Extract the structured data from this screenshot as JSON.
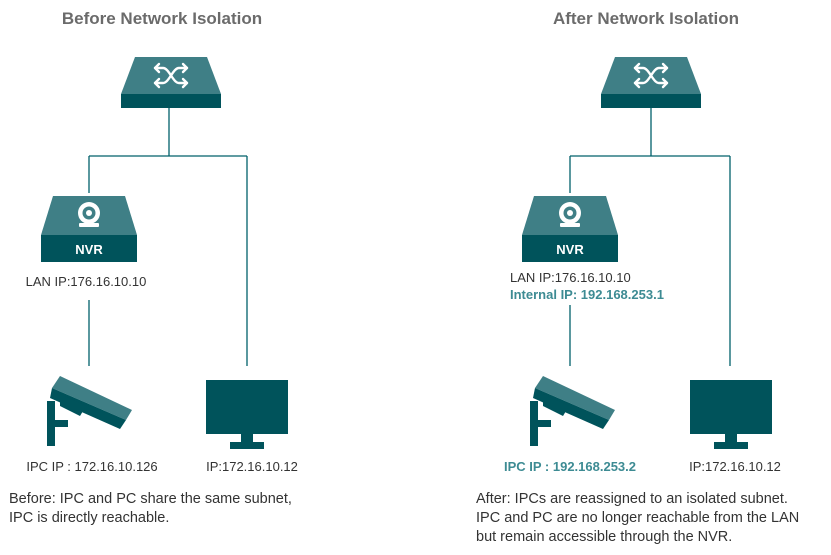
{
  "colors": {
    "dark_teal": "#00535b",
    "mid_teal": "#3f7f86",
    "line": "#00616b",
    "highlight": "#3d8b93",
    "title": "#6b6b6b"
  },
  "left": {
    "title": "Before Network Isolation",
    "nvr_label": "NVR",
    "nvr_lan_ip": "LAN IP:176.16.10.10",
    "ipc_ip": "IPC IP : 172.16.10.126",
    "pc_ip": "IP:172.16.10.12",
    "note_lines": [
      "Before: IPC and PC share the same subnet,",
      "IPC is directly reachable."
    ],
    "icons": [
      "switch-icon",
      "nvr-icon",
      "camera-icon",
      "monitor-icon"
    ]
  },
  "right": {
    "title": "After Network Isolation",
    "nvr_label": "NVR",
    "nvr_lan_ip": "LAN IP:176.16.10.10",
    "nvr_internal_ip": "Internal IP: 192.168.253.1",
    "ipc_ip": "IPC IP : 192.168.253.2",
    "pc_ip": "IP:172.16.10.12",
    "note_lines": [
      "After: IPCs are reassigned to an isolated subnet.",
      "IPC and PC are no longer reachable from the LAN",
      "but remain accessible through the NVR."
    ],
    "icons": [
      "switch-icon",
      "nvr-icon",
      "camera-icon",
      "monitor-icon"
    ]
  }
}
